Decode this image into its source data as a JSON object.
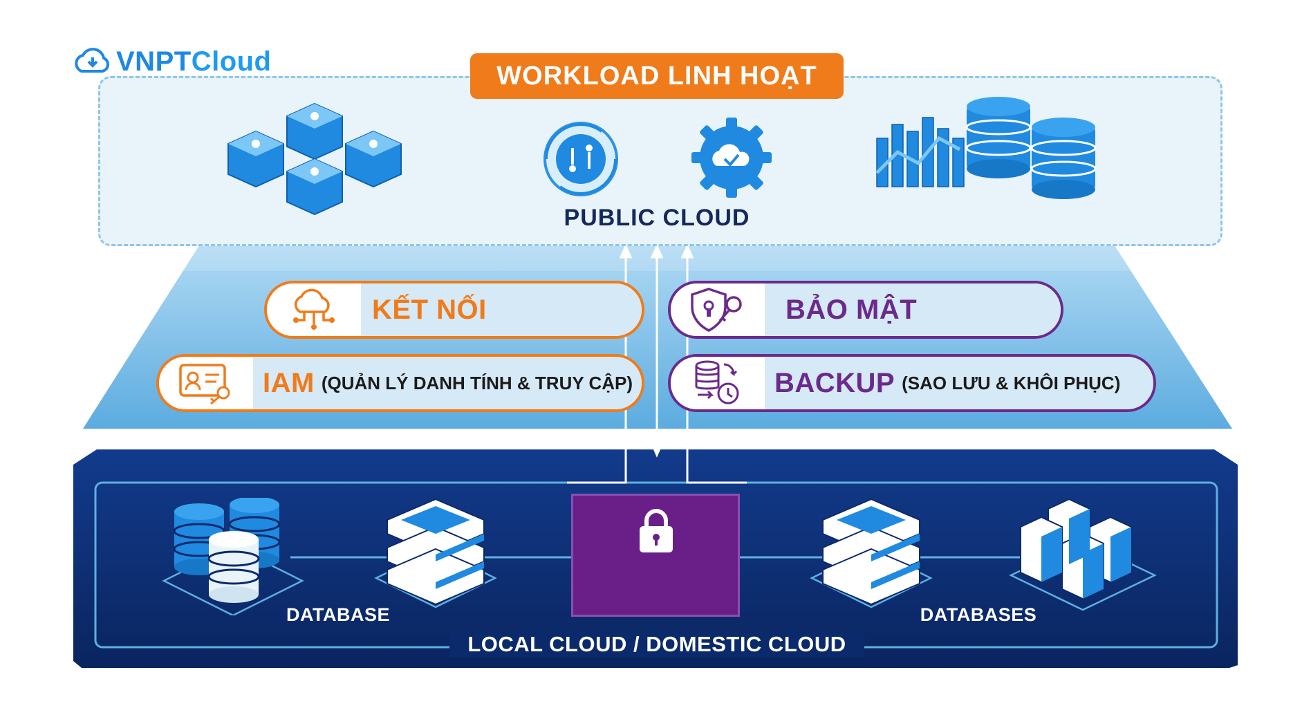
{
  "logo": {
    "part1": "VNPT",
    "part2": "Cloud",
    "icon": "cloud-sync-icon"
  },
  "top": {
    "badge": "WORKLOAD LINH HOẠT",
    "label": "PUBLIC CLOUD",
    "icons": [
      "container-cluster-icon",
      "workflow-sync-icon",
      "cloud-gear-icon",
      "analytics-database-icon"
    ]
  },
  "middle": {
    "pills": [
      {
        "label": "KẾT NỐI",
        "sub": "",
        "icon": "cloud-network-icon",
        "color": "#f07b1a"
      },
      {
        "label": "IAM",
        "sub": "(QUẢN LÝ DANH TÍNH & TRUY CẬP)",
        "icon": "id-card-key-icon",
        "color": "#f07b1a"
      },
      {
        "label": "BẢO MẬT",
        "sub": "",
        "icon": "shield-key-icon",
        "color": "#6b2a8c"
      },
      {
        "label": "BACKUP",
        "sub": "(SAO LƯU & KHÔI PHỤC)",
        "icon": "database-restore-icon",
        "color": "#6b2a8c"
      }
    ]
  },
  "bottom": {
    "label": "LOCAL CLOUD / DOMESTIC CLOUD",
    "left_label": "DATABASE",
    "right_label": "DATABASES",
    "center_icon": "padlock-icon"
  },
  "colors": {
    "accent_orange": "#f07b1a",
    "accent_purple": "#6b2a8c",
    "navy": "#0b2a6b",
    "sky": "#5fb0e0"
  }
}
